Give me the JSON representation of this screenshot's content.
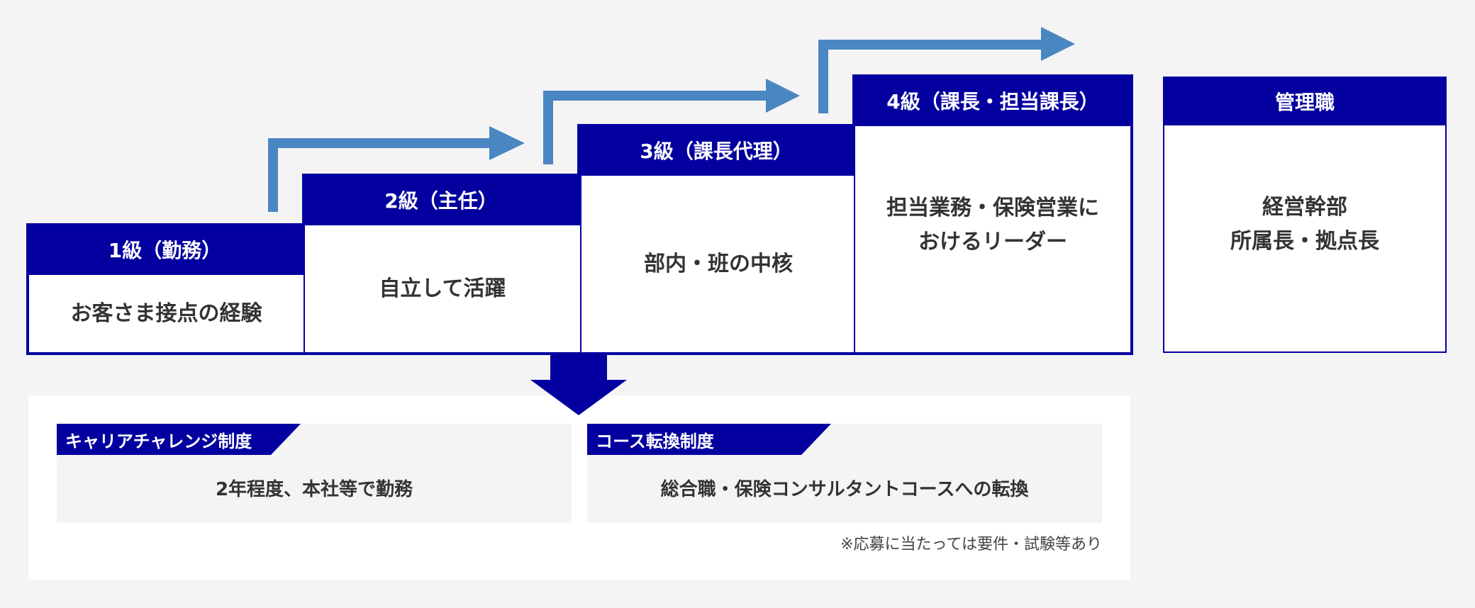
{
  "colors": {
    "navy": "#0400a0",
    "arrow_blue": "#4a86c2",
    "background": "#f4f4f5",
    "text": "#333333"
  },
  "grades": [
    {
      "title": "1級（勤務）",
      "desc": "お客さま接点の経験"
    },
    {
      "title": "2級（主任）",
      "desc": "自立して活躍"
    },
    {
      "title": "3級（課長代理）",
      "desc": "部内・班の中核"
    },
    {
      "title": "4級（課長・担当課長）",
      "desc_line1": "担当業務・保険営業に",
      "desc_line2": "おけるリーダー"
    }
  ],
  "management": {
    "title": "管理職",
    "line1": "経営幹部",
    "line2": "所属長・拠点長"
  },
  "systems": [
    {
      "tag": "キャリアチャレンジ制度",
      "text": "2年程度、本社等で勤務"
    },
    {
      "tag": "コース転換制度",
      "text": "総合職・保険コンサルタントコースへの転換"
    }
  ],
  "note": "※応募に当たっては要件・試験等あり",
  "icons": [
    "step-arrow-icon",
    "down-arrow-icon"
  ]
}
